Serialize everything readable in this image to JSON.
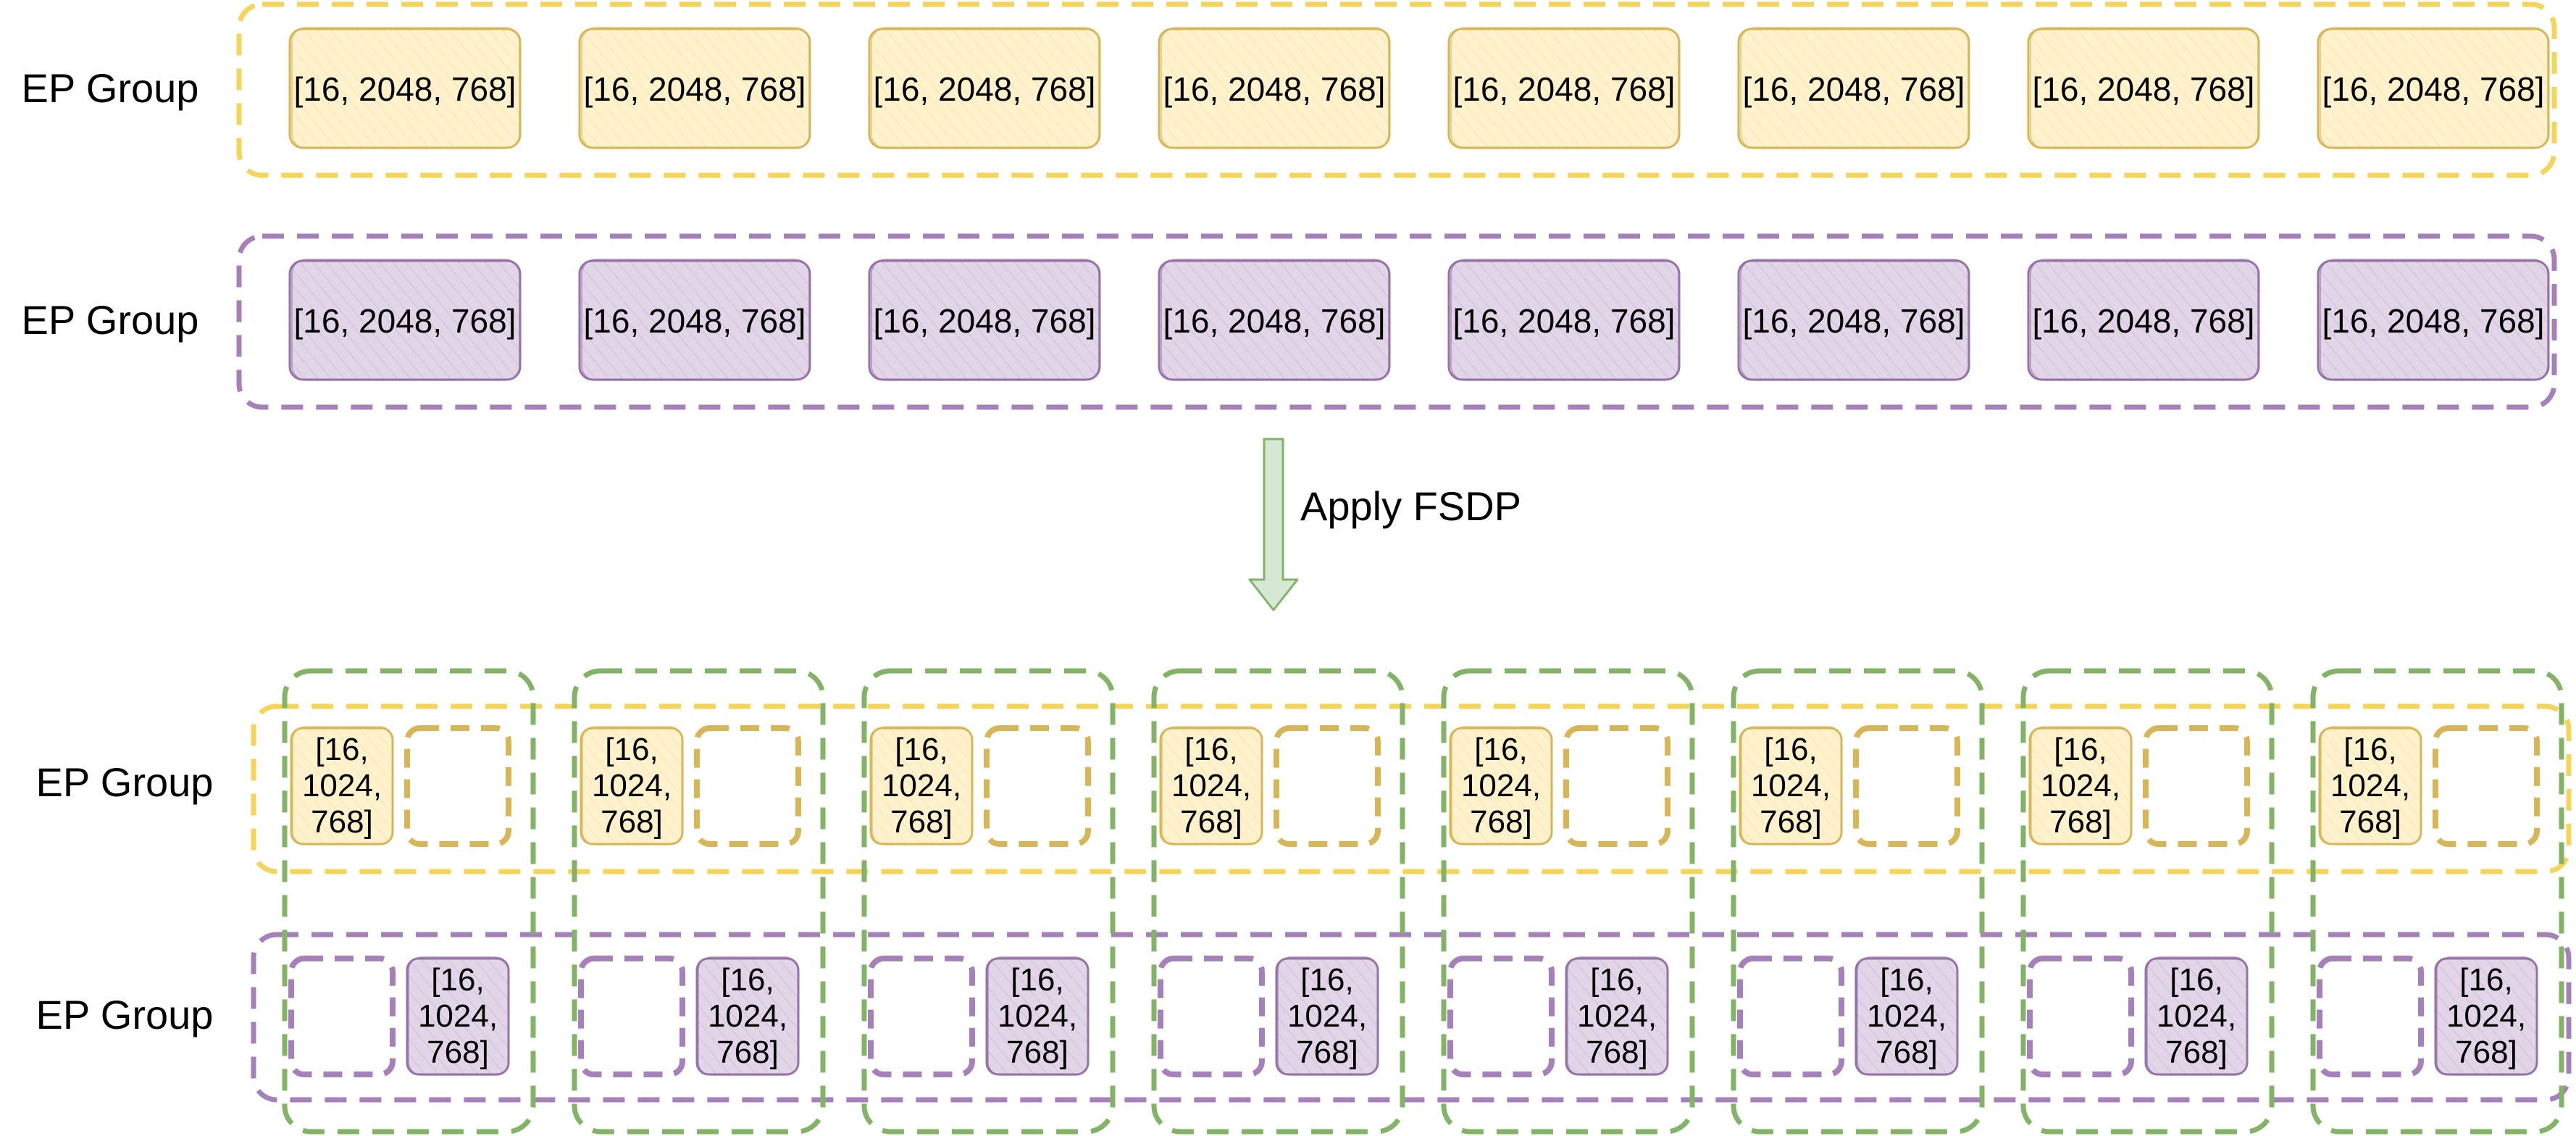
{
  "colors": {
    "yellow_stroke": "#D6B656",
    "yellow_fill": "#FFF2CC",
    "yellow_dash": "#F5D45A",
    "purple_stroke": "#9673A6",
    "purple_fill": "#E1D5E7",
    "purple_dash": "#A680B8",
    "green_dash": "#82B366",
    "arrow_fill": "#D5E8D4",
    "arrow_stroke": "#82B366"
  },
  "top": {
    "rows": [
      {
        "label": "EP Group",
        "color": "yellow",
        "blocks": [
          "[16, 2048, 768]",
          "[16, 2048, 768]",
          "[16, 2048, 768]",
          "[16, 2048, 768]",
          "[16, 2048, 768]",
          "[16, 2048, 768]",
          "[16, 2048, 768]",
          "[16, 2048, 768]"
        ]
      },
      {
        "label": "EP Group",
        "color": "purple",
        "blocks": [
          "[16, 2048, 768]",
          "[16, 2048, 768]",
          "[16, 2048, 768]",
          "[16, 2048, 768]",
          "[16, 2048, 768]",
          "[16, 2048, 768]",
          "[16, 2048, 768]",
          "[16, 2048, 768]"
        ]
      }
    ]
  },
  "arrow": {
    "label": "Apply FSDP"
  },
  "bottom": {
    "rows": [
      {
        "label": "EP Group",
        "color": "yellow",
        "shard_position": "left",
        "shards": [
          [
            "[16,",
            "1024,",
            "768]"
          ],
          [
            "[16,",
            "1024,",
            "768]"
          ],
          [
            "[16,",
            "1024,",
            "768]"
          ],
          [
            "[16,",
            "1024,",
            "768]"
          ],
          [
            "[16,",
            "1024,",
            "768]"
          ],
          [
            "[16,",
            "1024,",
            "768]"
          ],
          [
            "[16,",
            "1024,",
            "768]"
          ],
          [
            "[16,",
            "1024,",
            "768]"
          ]
        ]
      },
      {
        "label": "EP Group",
        "color": "purple",
        "shard_position": "right",
        "shards": [
          [
            "[16,",
            "1024,",
            "768]"
          ],
          [
            "[16,",
            "1024,",
            "768]"
          ],
          [
            "[16,",
            "1024,",
            "768]"
          ],
          [
            "[16,",
            "1024,",
            "768]"
          ],
          [
            "[16,",
            "1024,",
            "768]"
          ],
          [
            "[16,",
            "1024,",
            "768]"
          ],
          [
            "[16,",
            "1024,",
            "768]"
          ],
          [
            "[16,",
            "1024,",
            "768]"
          ]
        ]
      }
    ]
  }
}
